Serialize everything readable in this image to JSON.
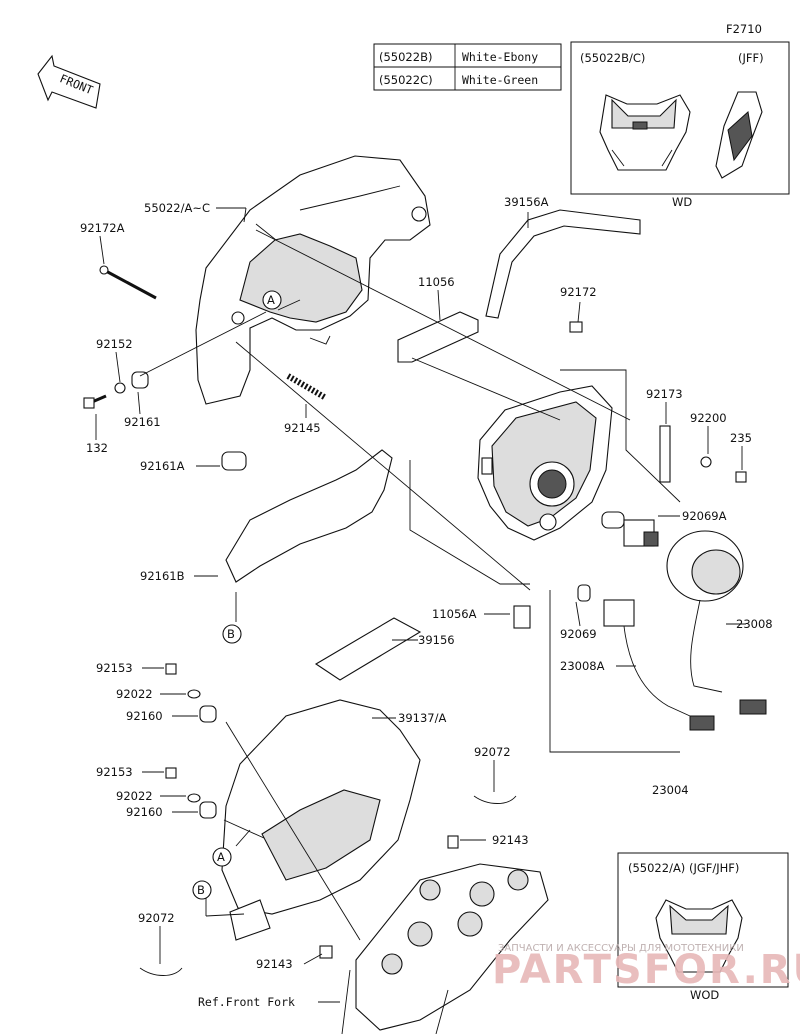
{
  "figure_code": "F2710",
  "front_label": "FRONT",
  "variant_table": [
    {
      "code": "(55022B)",
      "color": "White-Ebony"
    },
    {
      "code": "(55022C)",
      "color": "White-Green"
    }
  ],
  "inset_top": {
    "title": "(55022B/C)",
    "market": "(JFF)",
    "caption": "WD"
  },
  "inset_bottom": {
    "title": "(55022/A) (JGF/JHF)",
    "caption": "WOD"
  },
  "parts": {
    "p55022": "55022/A~C",
    "p92172A": "92172A",
    "p92152": "92152",
    "p132": "132",
    "p92161": "92161",
    "p92145": "92145",
    "p92161A": "92161A",
    "p92161B": "92161B",
    "p39156A": "39156A",
    "p11056": "11056",
    "p92172": "92172",
    "p92173": "92173",
    "p92200": "92200",
    "p235": "235",
    "p92069A": "92069A",
    "p11056A": "11056A",
    "p92069": "92069",
    "p23008": "23008",
    "p23008A": "23008A",
    "p39156": "39156",
    "p92153a": "92153",
    "p92022a": "92022",
    "p92160a": "92160",
    "p39137": "39137/A",
    "p92072a": "92072",
    "p92153b": "92153",
    "p92022b": "92022",
    "p92160b": "92160",
    "p92143a": "92143",
    "p92072b": "92072",
    "p92143b": "92143",
    "p23004": "23004",
    "ref_front_fork": "Ref.Front Fork"
  },
  "refs": {
    "a": "A",
    "b": "B"
  },
  "watermark": {
    "line1": "ЗАПЧАСТИ И АКСЕССУАРЫ ДЛЯ МОТОТЕХНИКИ",
    "line2": "PARTSFOR.RU"
  }
}
